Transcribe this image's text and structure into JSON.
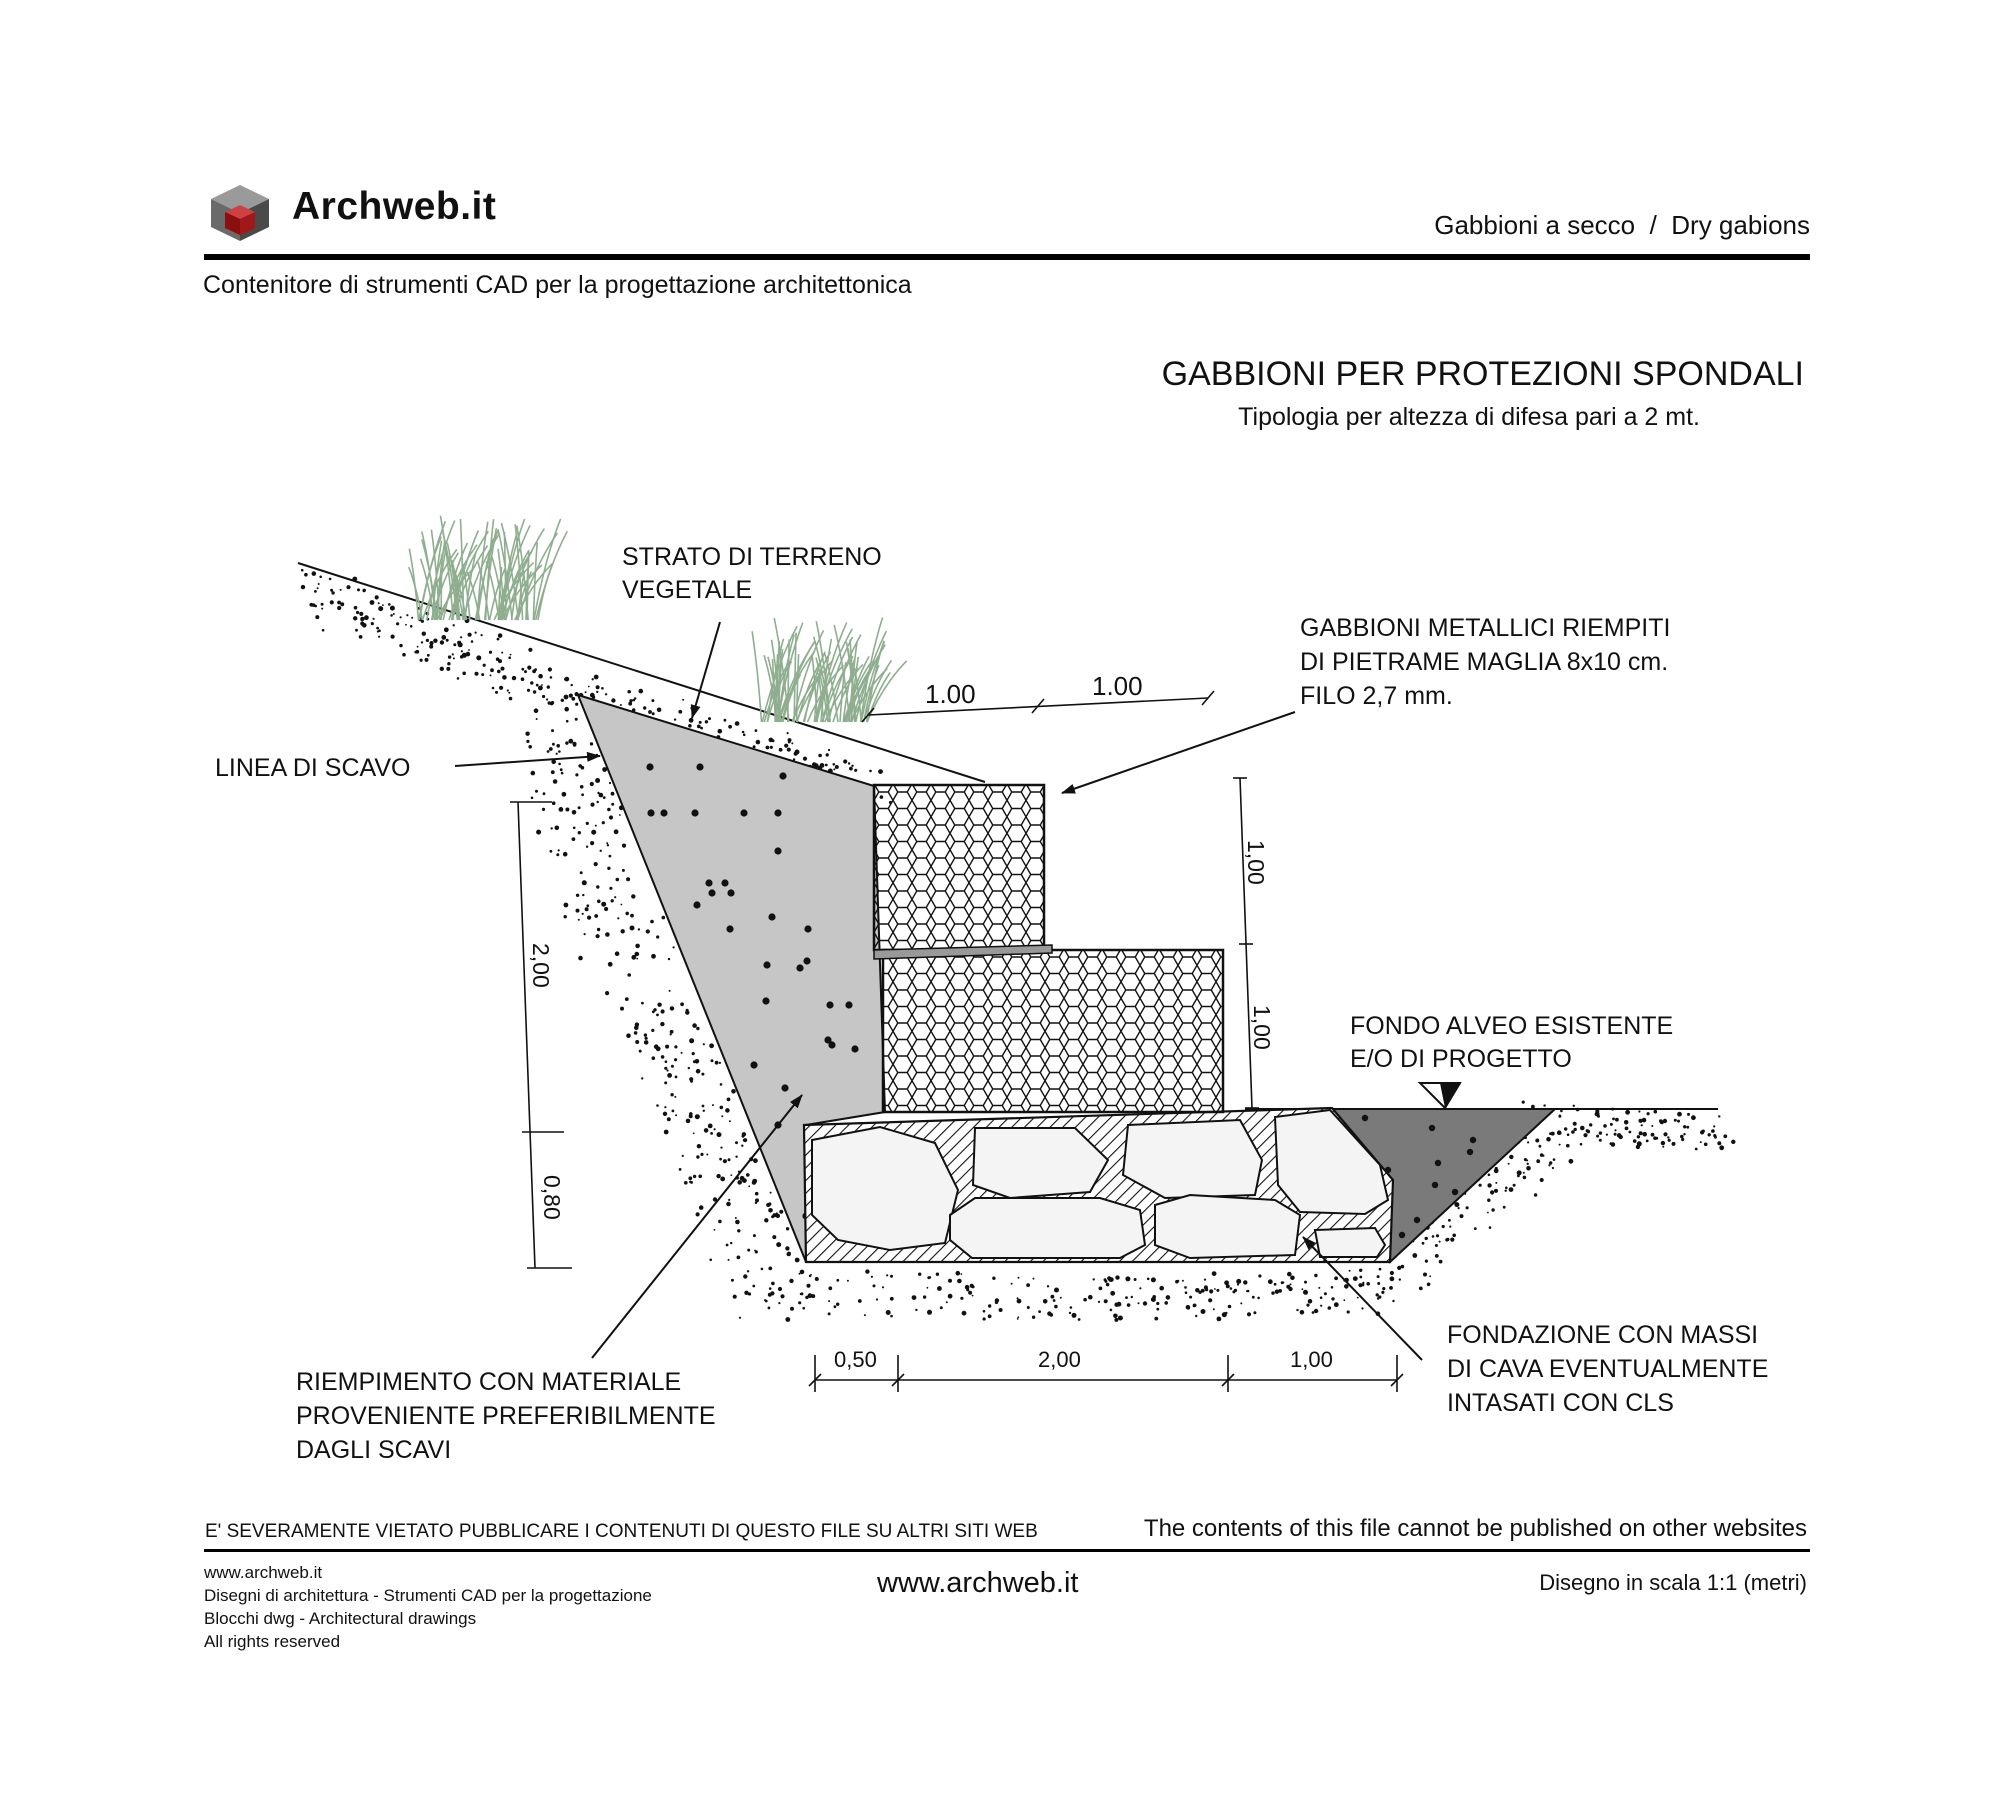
{
  "header": {
    "brand": "Archweb.it",
    "drawing_name": "Gabbioni a secco  /  Dry gabions",
    "tagline": "Contenitore di strumenti CAD per la progettazione architettonica"
  },
  "title": {
    "main": "GABBIONI PER PROTEZIONI SPONDALI",
    "sub": "Tipologia per altezza di difesa pari a 2 mt."
  },
  "labels": {
    "topsoil": [
      "STRATO DI TERRENO",
      "VEGETALE"
    ],
    "gabions": [
      "GABBIONI METALLICI RIEMPITI",
      "DI PIETRAME MAGLIA 8x10 cm.",
      "FILO 2,7 mm."
    ],
    "excavation": "LINEA DI SCAVO",
    "riverbed": [
      "FONDO ALVEO ESISTENTE",
      "E/O DI PROGETTO"
    ],
    "foundation": [
      "FONDAZIONE CON MASSI",
      "DI CAVA EVENTUALMENTE",
      "INTASATI CON CLS"
    ],
    "backfill": [
      "RIEMPIMENTO CON MATERIALE",
      "PROVENIENTE PREFERIBILMENTE",
      "DAGLI SCAVI"
    ]
  },
  "dimensions": {
    "top_1": "1.00",
    "top_2": "1.00",
    "right_upper": "1,00",
    "right_lower": "1,00",
    "left_height": "2,00",
    "left_foundation": "0,80",
    "bottom_1": "0,50",
    "bottom_2": "2,00",
    "bottom_3": "1,00"
  },
  "footer": {
    "warning_it": "E' SEVERAMENTE VIETATO PUBBLICARE I CONTENUTI DI QUESTO FILE SU ALTRI SITI WEB",
    "warning_en": "The contents of this file cannot be published on other websites",
    "info": [
      "www.archweb.it",
      "Disegni di architettura - Strumenti CAD  per la progettazione",
      "Blocchi dwg - Architectural drawings",
      "All rights reserved"
    ],
    "website": "www.archweb.it",
    "scale": "Disegno in scala 1:1 (metri)"
  },
  "colors": {
    "fill_grey": "#c6c6c6",
    "fill_dark": "#7a7a7a",
    "logo_red": "#a01818",
    "grass": "#8fae8f"
  }
}
